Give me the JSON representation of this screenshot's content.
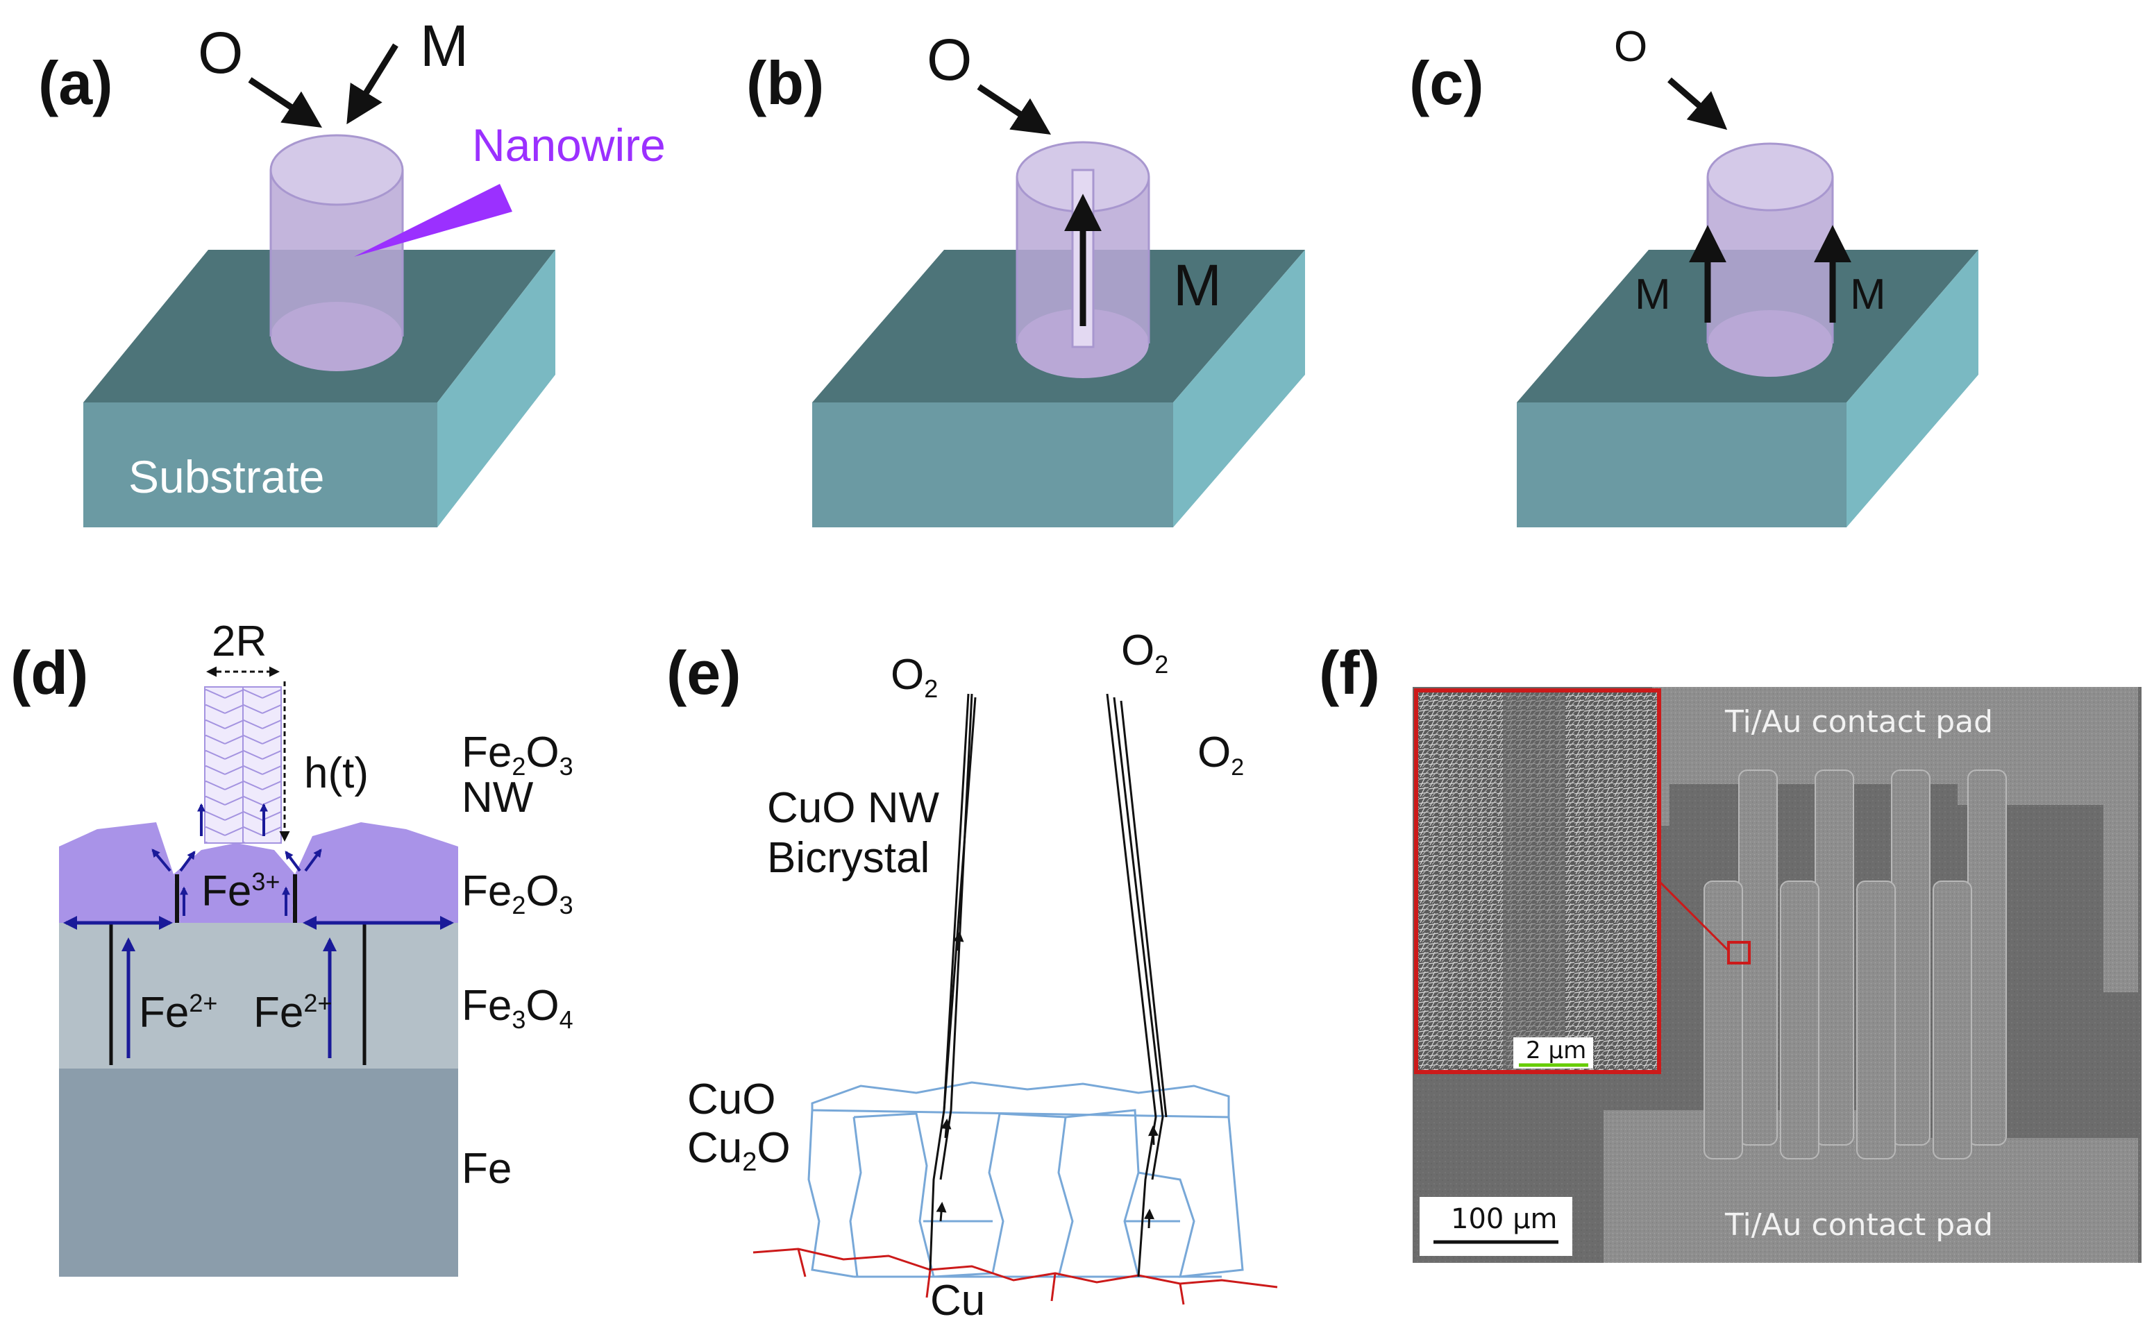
{
  "panels": {
    "a": {
      "label": "(a)",
      "o": "O",
      "m": "M",
      "nanowire": "Nanowire",
      "substrate": "Substrate"
    },
    "b": {
      "label": "(b)",
      "o": "O",
      "m": "M"
    },
    "c": {
      "label": "(c)",
      "o": "O",
      "m_left": "M",
      "m_right": "M"
    },
    "d": {
      "label": "(d)",
      "two_r": "2R",
      "ht": "h(t)",
      "fe3": "Fe",
      "fe3_sup": "3+",
      "fe2": "Fe",
      "fe2_sup": "2+",
      "layer_nw_chem": [
        "Fe",
        "2",
        "O",
        "3"
      ],
      "layer_nw_sub": "NW",
      "layer_fe2o3": [
        "Fe",
        "2",
        "O",
        "3"
      ],
      "layer_fe3o4": [
        "Fe",
        "3",
        "O",
        "4"
      ],
      "layer_fe": "Fe"
    },
    "e": {
      "label": "(e)",
      "o2_base": "O",
      "o2_sub": "2",
      "cuo_nw": "CuO NW",
      "bicrystal": "Bicrystal",
      "cuo": "CuO",
      "cu2o": [
        "Cu",
        "2",
        "O"
      ],
      "cu": "Cu"
    },
    "f": {
      "label": "(f)",
      "pad_top": "Ti/Au contact pad",
      "pad_bottom": "Ti/Au contact pad",
      "scale_main": "100 µm",
      "scale_inset": "2 µm"
    }
  },
  "colors": {
    "substrate_top": "#4d7479",
    "substrate_front": "#6b9aa3",
    "substrate_side": "#7ab9c2",
    "nanowire_fill": "#b9a8d6",
    "nanowire_purple": "#9b30ff",
    "fe2o3": "#a993e8",
    "fe3o4": "#b4c0c8",
    "fe": "#8b9dab",
    "arrow_blue": "#1a1a99",
    "grain_blue": "#78a8d8",
    "cu_red": "#cc1a1a",
    "sem_bg": "#6a6a6a",
    "inset_border": "#cc1a1a",
    "scale_green": "#66cc00"
  }
}
